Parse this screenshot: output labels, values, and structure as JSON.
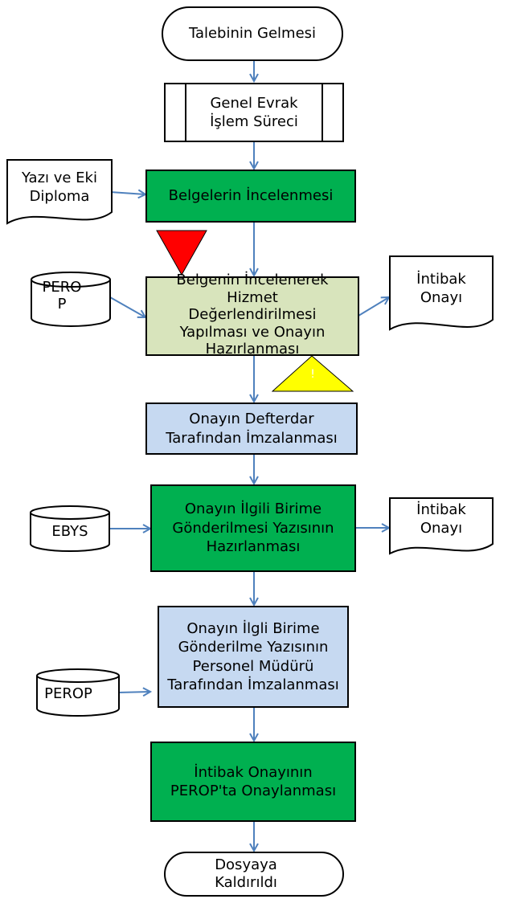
{
  "diagram": {
    "start": "Talebinin Gelmesi",
    "evrak": "Genel Evrak\nİşlem Süreci",
    "doc_in": "Yazı ve Eki\nDiploma",
    "inceleme": "Belgelerin İncelenmesi",
    "perop1": "PERO\nP",
    "hizmet": "Belgenin İncelenerek\nHizmet\nDeğerlendirilmesi\nYapılması ve Onayın\nHazırlanması",
    "intibak1": "İntibak\nOnayı",
    "warning_mark": "!",
    "defterdar": "Onayın  Defterdar\nTarafından İmzalanması",
    "ebys": "EBYS",
    "gonderilmesi": "Onayın İlgili Birime\nGönderilmesi Yazısının\nHazırlanması",
    "intibak2": "İntibak\nOnayı",
    "personel": "Onayın  İlgli Birime\nGönderilme Yazısının\nPersonel Müdürü\nTarafından İmzalanması",
    "perop2": "PEROP",
    "onaylanma": "İntibak Onayının\nPEROP'ta Onaylanması",
    "end": "Dosyaya\nKaldırıldı"
  },
  "colors": {
    "green": "#00b050",
    "light_green": "#d8e4bc",
    "light_blue": "#c6d9f1",
    "arrow": "#4f81bd",
    "red_marker": "#ff0000",
    "yellow_marker": "#ffff00"
  }
}
